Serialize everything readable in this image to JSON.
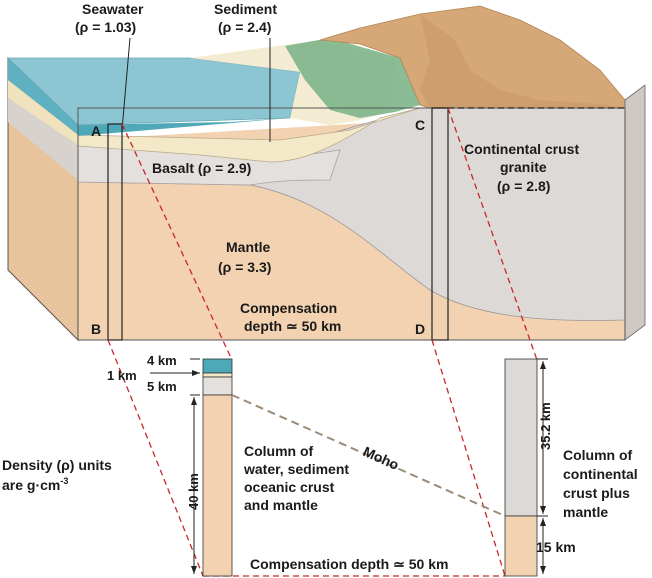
{
  "labels": {
    "seawater_title": "Seawater",
    "seawater_density": "(ρ  = 1.03)",
    "sediment_title": "Sediment",
    "sediment_density": "(ρ  = 2.4)",
    "basalt": "Basalt (ρ  = 2.9)",
    "mantle_title": "Mantle",
    "mantle_density": "(ρ  = 3.3)",
    "comp_line1": "Compensation",
    "comp_line2": "depth ≃ 50 km",
    "continental_line1": "Continental crust",
    "continental_line2": "granite",
    "continental_density": "(ρ = 2.8)",
    "point_a": "A",
    "point_b": "B",
    "point_c": "C",
    "point_d": "D",
    "dim_4km": "4 km",
    "dim_1km": "1 km",
    "dim_5km": "5 km",
    "dim_40km": "40 km",
    "dim_35km": "35.2 km",
    "dim_15km": "15 km",
    "moho": "Moho",
    "density_units_line1": "Density (ρ) units",
    "density_units_line2": "are g·cm",
    "density_units_exp": "-3",
    "ocean_col_line1": "Column of",
    "ocean_col_line2": "water, sediment",
    "ocean_col_line3": "oceanic crust",
    "ocean_col_line4": "and mantle",
    "cont_col_line1": "Column of",
    "cont_col_line2": "continental",
    "cont_col_line3": "crust plus",
    "cont_col_line4": "mantle",
    "bottom_comp": "Compensation depth ≃ 50 km"
  },
  "colors": {
    "seawater": "#7fbfcc",
    "seawater_front": "#4ea8b8",
    "sediment": "#f3e8c8",
    "basalt": "#e3dfdc",
    "continental_crust": "#ddd9d6",
    "mantle": "#f2d2b0",
    "mantle_side": "#e6bd92",
    "mountain": "#d6a877",
    "vegetation": "#6fae7e",
    "dashed_red": "#c8282a",
    "moho_line": "#9a8a7a"
  }
}
